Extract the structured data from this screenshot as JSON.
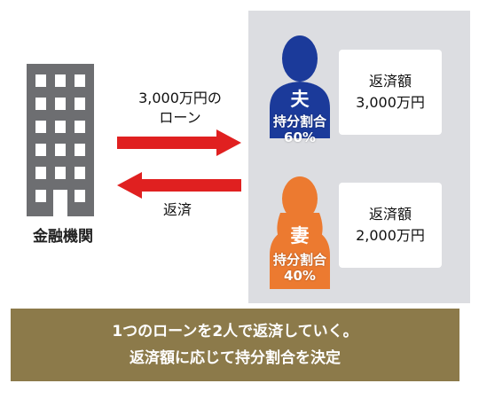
{
  "bank": {
    "label": "金融機関"
  },
  "loan": {
    "line1": "3,000万円の",
    "line2": "ローン"
  },
  "repay": {
    "label": "返済"
  },
  "husband": {
    "name": "夫",
    "share_label": "持分割合",
    "share_value": "60%",
    "box_label": "返済額",
    "box_value": "3,000万円",
    "color": "#1b3a9a"
  },
  "wife": {
    "name": "妻",
    "share_label": "持分割合",
    "share_value": "40%",
    "box_label": "返済額",
    "box_value": "2,000万円",
    "color": "#ec7a30"
  },
  "banner": {
    "line1": "1つのローンを2人で返済していく。",
    "line2": "返済額に応じて持分割合を決定"
  },
  "colors": {
    "arrow": "#e02020",
    "panel": "#dcdde1",
    "banner": "#8c7a4a",
    "building": "#6d6e71"
  }
}
